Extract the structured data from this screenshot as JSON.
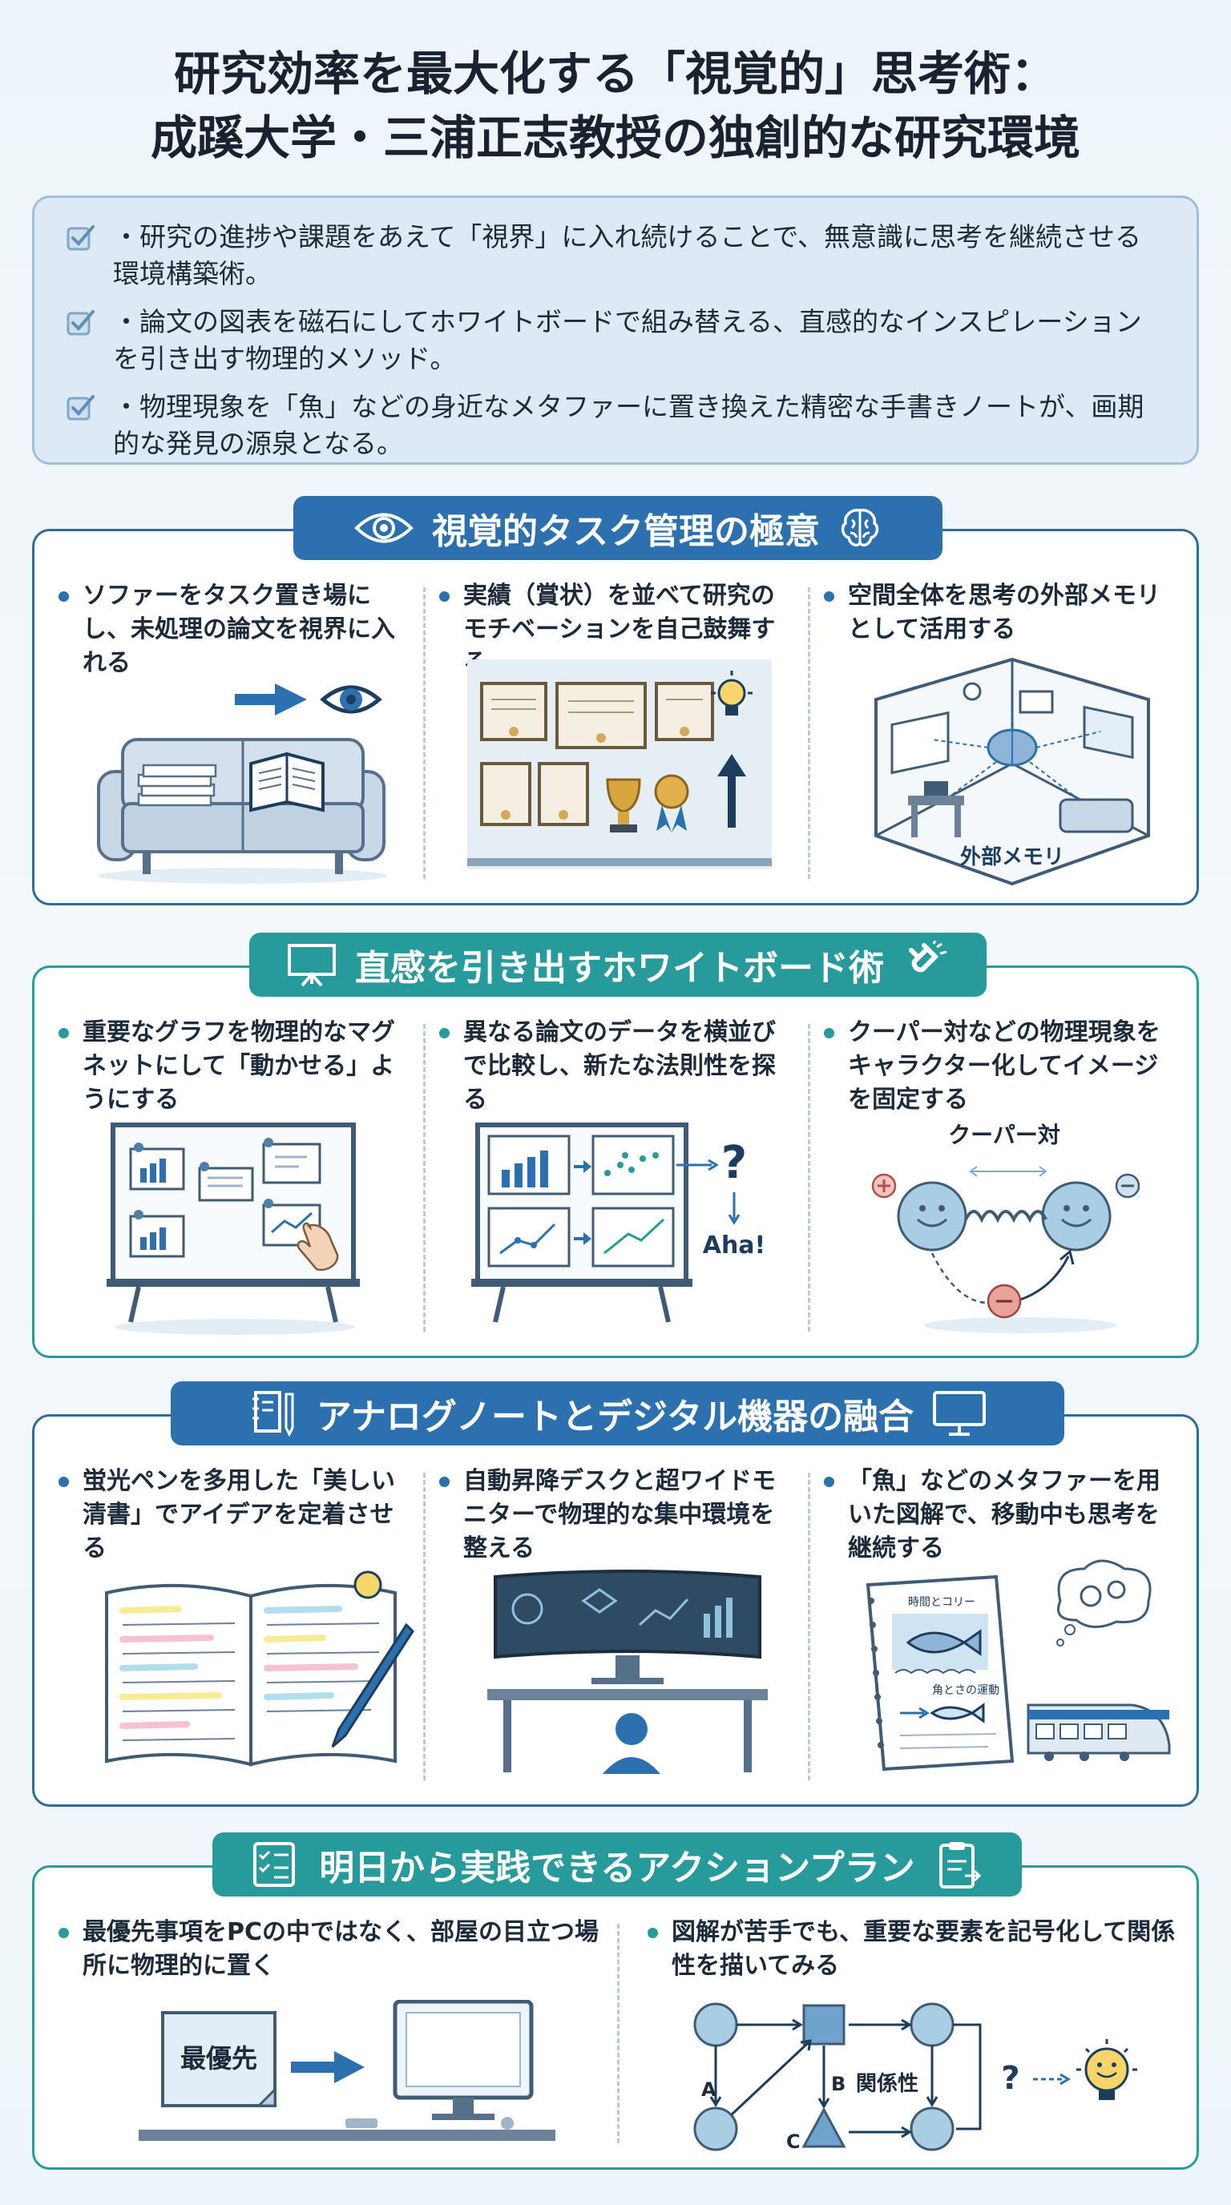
{
  "title": {
    "line1": "研究効率を最大化する「視覚的」思考術：",
    "line2": "成蹊大学・三浦正志教授の独創的な研究環境"
  },
  "summary": [
    "・研究の進捗や課題をあえて「視界」に入れ続けることで、無意識に思考を継続させる環境構築術。",
    "・論文の図表を磁石にしてホワイトボードで組み替える、直感的なインスピレーションを引き出す物理的メソッド。",
    "・物理現象を「魚」などの身近なメタファーに置き換えた精密な手書きノートが、画期的な発見の源泉となる。"
  ],
  "sections": [
    {
      "title": "視覚的タスク管理の極意",
      "color": "#2c70b0",
      "items": [
        "ソファーをタスク置き場にし、未処理の論文を視界に入れる",
        "実績（賞状）を並べて研究のモチベーションを自己鼓舞する",
        "空間全体を思考の外部メモリとして活用する"
      ],
      "illus_label": "外部メモリ"
    },
    {
      "title": "直感を引き出すホワイトボード術",
      "color": "#279a9c",
      "items": [
        "重要なグラフを物理的なマグネットにして「動かせる」ようにする",
        "異なる論文のデータを横並びで比較し、新たな法則性を探る",
        "クーパー対などの物理現象をキャラクター化してイメージを固定する"
      ],
      "illus_label_aha": "Aha!",
      "illus_label_cooper": "クーパー対"
    },
    {
      "title": "アナログノートとデジタル機器の融合",
      "color": "#2c70b0",
      "items": [
        "蛍光ペンを多用した「美しい清書」でアイデアを定着させる",
        "自動昇降デスクと超ワイドモニターで物理的な集中環境を整える",
        "「魚」などのメタファーを用いた図解で、移動中も思考を継続する"
      ],
      "illus_note1": "時間とコリー",
      "illus_note2": "角とさの運動"
    },
    {
      "title": "明日から実践できるアクションプラン",
      "color": "#279a9c",
      "items": [
        "最優先事項をPCの中ではなく、部屋の目立つ場所に物理的に置く",
        "図解が苦手でも、重要な要素を記号化して関係性を描いてみる"
      ],
      "illus_sticky": "最優先",
      "illus_a": "A",
      "illus_b": "B",
      "illus_c": "C",
      "illus_rel": "関係性",
      "illus_q": "?"
    }
  ]
}
